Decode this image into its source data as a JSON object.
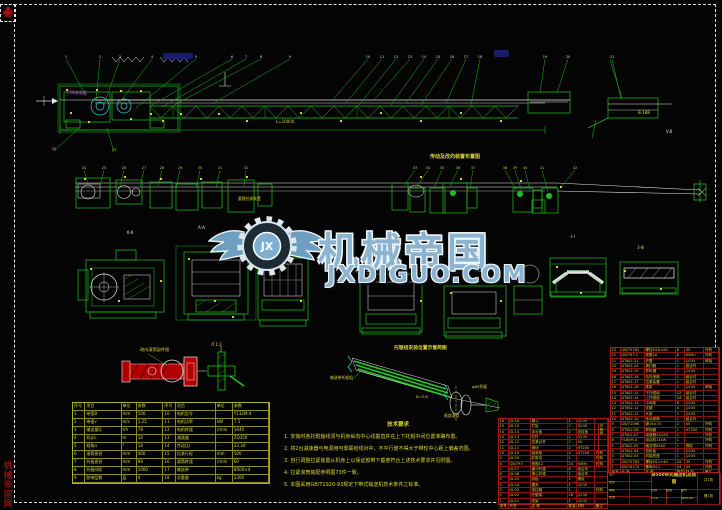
{
  "watermark": {
    "brand": "机械帝国",
    "domain": "JXDIGUO.COM",
    "logo_text": "JX",
    "brand_color": "#8cb4d0"
  },
  "labels": {
    "plan_title": "传动及改向装置布置图",
    "plan_sub": "重锤拉紧装置",
    "drive_tag": "F5Ⅱ减速器",
    "dim_truss": "L=10000",
    "dim_right": "B-188",
    "vb": "V.8",
    "iso_title": "托辊组安装位置示意简图",
    "iso_l1": "输送带托辊组",
    "iso_l2": "B=2.6",
    "iso_l3": "φ89托辊",
    "iso_l4": "尾部滚筒",
    "red_part_label": "改向滚筒部件图",
    "green_part_label": "Л 1:2",
    "seal": "机械帝国网",
    "sections": [
      "б-б",
      "А-А",
      "В-В",
      "Г-Г",
      "Ⅰ-Ⅰ",
      "3-Ⅲ"
    ]
  },
  "callouts": {
    "side": [
      "1",
      "2",
      "3",
      "4",
      "5",
      "6",
      "7",
      "8",
      "9",
      "10",
      "11",
      "12",
      "13",
      "14",
      "15",
      "16",
      "17",
      "18",
      "19",
      "20",
      "21"
    ],
    "lower": [
      "22",
      "23"
    ],
    "plan": [
      "24",
      "25",
      "26",
      "27",
      "28",
      "29",
      "30",
      "31",
      "32",
      "33",
      "34",
      "35",
      "36",
      "37",
      "38",
      "39",
      "40",
      "41",
      "42"
    ]
  },
  "tech_notes": {
    "title": "技术要求",
    "items": [
      "1. 安装时各托辊轴线须与机身纵向中心线垂直并在上下托辊中间位置准确布置。",
      "2. 将2台减速器与电源用可靠联结线对中，不平行度不得大于带轮中心距上偏差范围。",
      "3. 自行调整拉紧装置从机身上以保证胶带下垂度符合上述技术要求并见附图。",
      "4. 拉紧滚筒装配参照图73件一致。",
      "5. 本图采用GB/T1920-93规定下带式输送机技术条件之标准。"
    ]
  },
  "spec_table": {
    "rows": [
      [
        "序号",
        "项目",
        "单位",
        "参数",
        "序号",
        "项目",
        "单位",
        "参数"
      ],
      [
        "1",
        "带宽B",
        "mm",
        "500",
        "10",
        "电机型号",
        "-",
        "Y132M-4"
      ],
      [
        "2",
        "带速v",
        "m/s",
        "1.25",
        "11",
        "电机功率",
        "kW",
        "7.5"
      ],
      [
        "3",
        "输送量Q",
        "t/h",
        "78",
        "12",
        "电机转速",
        "r/min",
        "1440"
      ],
      [
        "4",
        "机长L",
        "m",
        "10",
        "13",
        "减速器",
        "-",
        "ZQ350"
      ],
      [
        "5",
        "倾角α",
        "°",
        "18",
        "14",
        "传动比i",
        "-",
        "23.34"
      ],
      [
        "6",
        "滚筒直径",
        "mm",
        "400",
        "15",
        "拉紧行程",
        "mm",
        "500"
      ],
      [
        "7",
        "托辊直径",
        "mm",
        "89",
        "16",
        "滚筒转速",
        "r/min",
        "60"
      ],
      [
        "8",
        "托辊间距",
        "mm",
        "1000",
        "17",
        "输送带",
        "-",
        "B500×4"
      ],
      [
        "9",
        "胶带层数",
        "层",
        "4",
        "18",
        "总重量",
        "kg",
        "2300"
      ]
    ]
  },
  "bom_right": {
    "rows": [
      [
        "23",
        "GB/T5782",
        "螺栓M16×60",
        "8",
        "35",
        "外购"
      ],
      [
        "22",
        "GB/T97.1",
        "垫圈16",
        "8",
        "65Mn",
        "外购"
      ],
      [
        "21",
        "DTⅡ02-21",
        "护罩",
        "1",
        "Q235",
        "焊接"
      ],
      [
        "20",
        "DTⅡ02-20",
        "清扫器",
        "1",
        "组合件",
        ""
      ],
      [
        "19",
        "DTⅡ02-19",
        "导料槽",
        "1",
        "Q235",
        ""
      ],
      [
        "18",
        "DTⅡ02-18",
        "改向滚筒",
        "1",
        "组合件",
        ""
      ],
      [
        "17",
        "DTⅡ02-17",
        "拉紧装置",
        "1",
        "组合件",
        ""
      ],
      [
        "16",
        "DTⅡ02-16",
        "尾架",
        "1",
        "Q235",
        "焊接"
      ],
      [
        "15",
        "DTⅡ02-15",
        "下托辊组",
        "12",
        "组合件",
        ""
      ],
      [
        "14",
        "DTⅡ02-14",
        "上托辊组",
        "24",
        "组合件",
        ""
      ],
      [
        "13",
        "DTⅡ02-13",
        "中间架",
        "8",
        "Q235",
        ""
      ],
      [
        "12",
        "DTⅡ02-12",
        "支腿",
        "4",
        "Q235",
        ""
      ],
      [
        "11",
        "DTⅡ02-11",
        "头架",
        "1",
        "Q235",
        ""
      ],
      [
        "10",
        "DTⅡ02-10",
        "传动滚筒",
        "1",
        "组合件",
        ""
      ],
      [
        "9",
        "GB/T1096",
        "键16×70",
        "2",
        "45",
        "外购"
      ],
      [
        "8",
        "DTⅡ02-08",
        "联轴器",
        "1",
        "HT200",
        "外购"
      ],
      [
        "7",
        "DTⅡ02-07",
        "减速器ZQ350",
        "1",
        "-",
        "外购"
      ],
      [
        "6",
        "Y160M-4",
        "电动机11kW",
        "1",
        "-",
        "外购"
      ],
      [
        "5",
        "DTⅡ02-05",
        "输送带B500",
        "1",
        "橡胶",
        "外购"
      ],
      [
        "4",
        "DTⅡ02-04",
        "挡料板",
        "2",
        "Q235",
        ""
      ],
      [
        "3",
        "DTⅡ02-03",
        "机架底座",
        "1",
        "Q235",
        ""
      ],
      [
        "2",
        "GB/T5783",
        "螺栓M12×40",
        "24",
        "35",
        "外购"
      ],
      [
        "1",
        "GB/T6170",
        "螺母M12",
        "24",
        "35",
        "外购"
      ],
      [
        "序号",
        "代 号",
        "名 称",
        "数量",
        "材 料",
        "备注"
      ]
    ]
  },
  "bom_left": {
    "rows": [
      [
        "16",
        "JD-16",
        "漏斗",
        "1",
        "Q235",
        ""
      ],
      [
        "15",
        "JD-15",
        "栏板",
        "2",
        "Q235",
        ""
      ],
      [
        "14",
        "JD-14",
        "走台板",
        "2",
        "花纹板",
        ""
      ],
      [
        "13",
        "JD-13",
        "栏杆",
        "2",
        "Q235",
        ""
      ],
      [
        "12",
        "JD-12",
        "张紧丝杆",
        "2",
        "45",
        ""
      ],
      [
        "11",
        "JD-11",
        "滑块",
        "2",
        "HT200",
        ""
      ],
      [
        "10",
        "JD-10",
        "轴承座",
        "4",
        "HT200",
        "外购"
      ],
      [
        "9",
        "JD-09",
        "胶带扣",
        "1",
        "-",
        "外购"
      ],
      [
        "8",
        "GB/T93",
        "垫圈12",
        "24",
        "65Mn",
        "外购"
      ],
      [
        "7",
        "JD-07",
        "缓冲托辊",
        "6",
        "组合件",
        ""
      ],
      [
        "6",
        "JD-06",
        "调心托辊",
        "2",
        "组合件",
        ""
      ],
      [
        "5",
        "JD-05",
        "刮板",
        "1",
        "橡胶",
        ""
      ],
      [
        "4",
        "JD-04",
        "罩壳",
        "1",
        "Q235",
        ""
      ],
      [
        "3",
        "JD-03",
        "电控箱",
        "1",
        "-",
        "外购"
      ],
      [
        "2",
        "JD-02",
        "托辊架",
        "18",
        "Q235",
        ""
      ],
      [
        "1",
        "JD-01",
        "底架",
        "1",
        "Q235",
        ""
      ],
      [
        "序号",
        "代号",
        "名 称",
        "数量",
        "材料",
        "备注"
      ]
    ]
  },
  "side_strip": "外购件",
  "title_block": {
    "title": "B500带式输送机总装图",
    "signs": [
      "设计",
      "校对",
      "审核",
      "批准"
    ],
    "scale_label": "比例",
    "scale": "1:10",
    "qty_label": "数量",
    "qty": "1",
    "no_label": "图号",
    "no": "JD00-00",
    "sheet1": "共1张",
    "sheet2": "第1张"
  }
}
